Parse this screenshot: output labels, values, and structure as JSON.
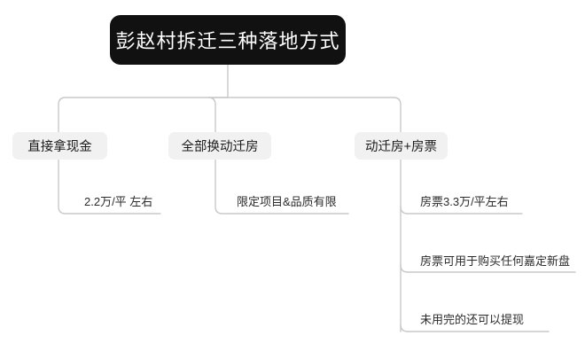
{
  "diagram": {
    "type": "mind-map",
    "background_color": "#ffffff",
    "root": {
      "label": "彭赵村拆迁三种落地方式",
      "fill_color": "#111111",
      "text_color": "#ffffff"
    },
    "connector_color": "#c9c9c9",
    "branches": [
      {
        "label": "直接拿现金",
        "fill_color": "#f1f1f1",
        "text_color": "#1b1b1b",
        "leaves": [
          {
            "label": "2.2万/平 左右"
          }
        ]
      },
      {
        "label": "全部换动迁房",
        "fill_color": "#f1f1f1",
        "text_color": "#1b1b1b",
        "leaves": [
          {
            "label": "限定项目&品质有限"
          }
        ]
      },
      {
        "label": "动迁房+房票",
        "fill_color": "#f1f1f1",
        "text_color": "#1b1b1b",
        "leaves": [
          {
            "label": "房票3.3万/平左右"
          },
          {
            "label": "房票可用于购买任何嘉定新盘"
          },
          {
            "label": "未用完的还可以提现"
          }
        ]
      }
    ]
  }
}
